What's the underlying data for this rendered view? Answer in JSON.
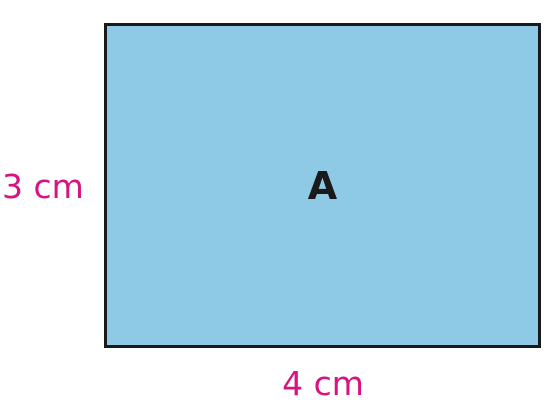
{
  "shape": {
    "label": "A",
    "fill_color": "#8ecae6",
    "stroke_color": "#1a1a1a"
  },
  "dimensions": {
    "height_label": "3 cm",
    "width_label": "4 cm",
    "label_color": "#d6137f"
  }
}
